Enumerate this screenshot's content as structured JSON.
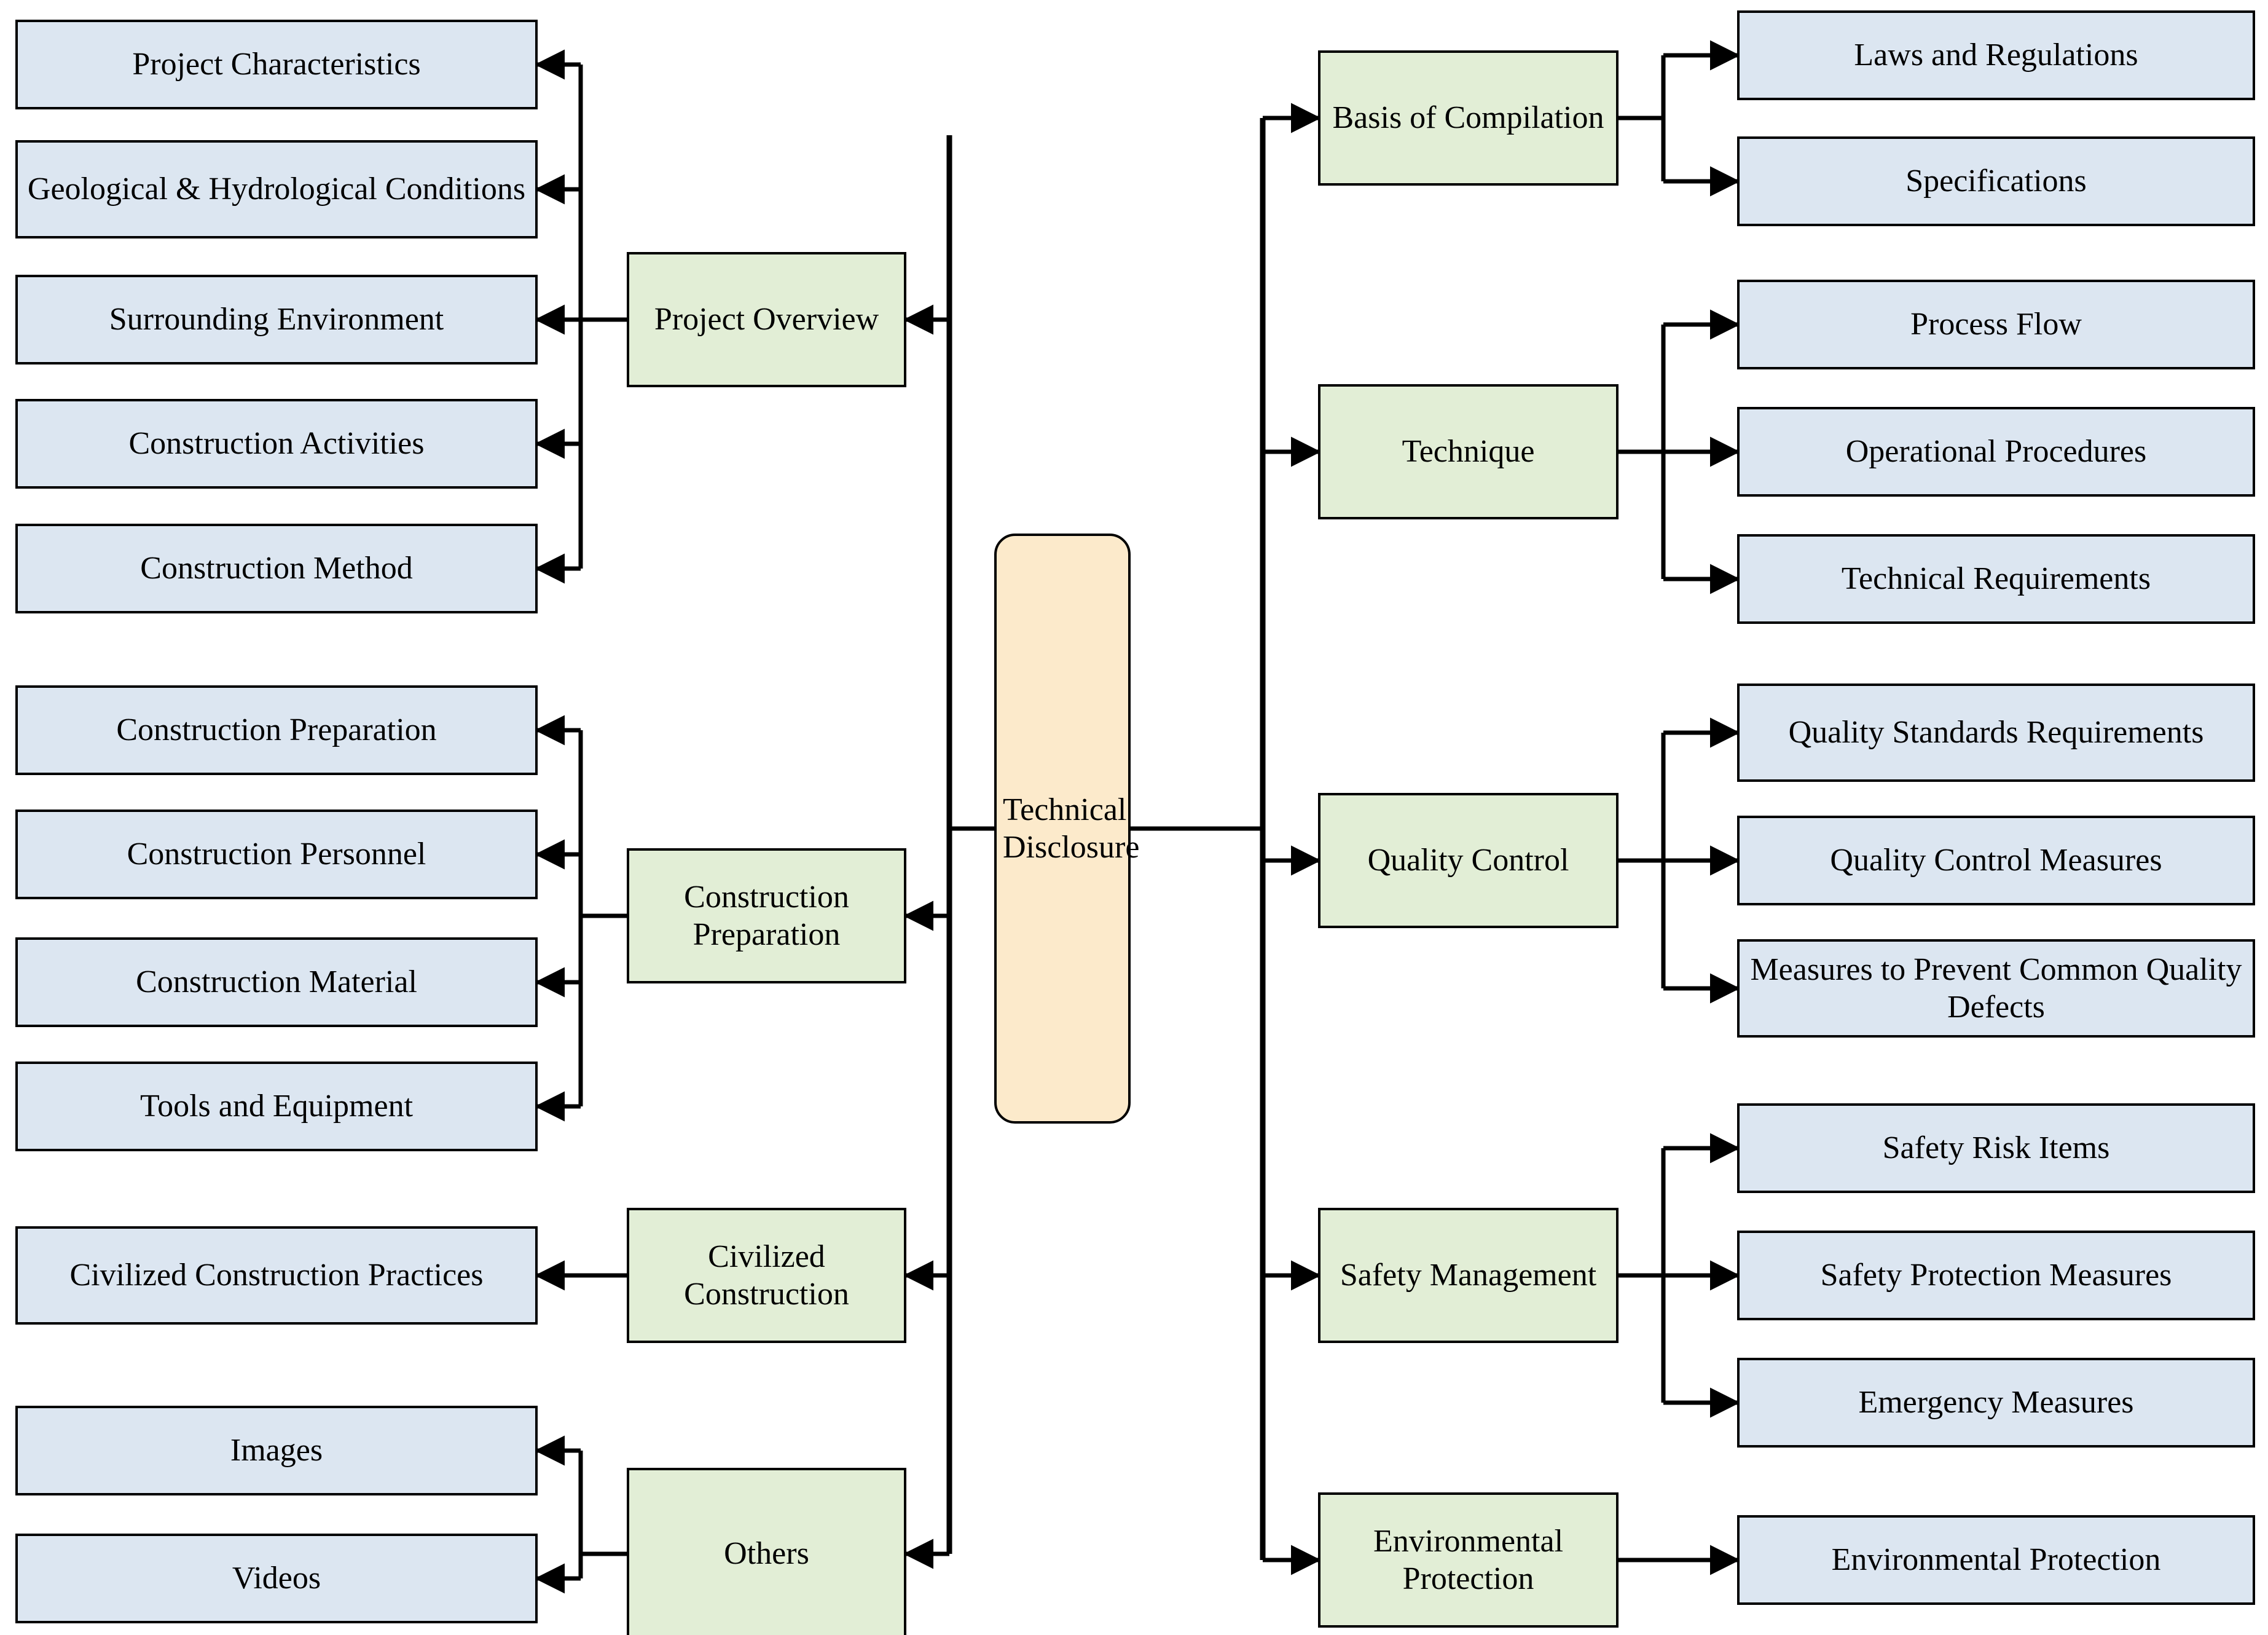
{
  "diagram": {
    "title": "Technical Disclosure structure diagram",
    "type": "hierarchy-tree",
    "colors": {
      "leaf_fill": "#dce6f1",
      "branch_fill": "#e2eed6",
      "root_fill": "#fceacb",
      "stroke": "#000000",
      "background": "#ffffff"
    },
    "root": {
      "label": "Technical Disclosure"
    },
    "left_branches": [
      {
        "label": "Project Overview",
        "children": [
          "Project Characteristics",
          "Geological & Hydrological Conditions",
          "Surrounding Environment",
          "Construction Activities",
          "Construction Method"
        ]
      },
      {
        "label": "Construction Preparation",
        "children": [
          "Construction Preparation",
          "Construction Personnel",
          "Construction Material",
          "Tools and Equipment"
        ]
      },
      {
        "label": "Civilized Construction",
        "children": [
          "Civilized Construction Practices"
        ]
      },
      {
        "label": "Others",
        "children": [
          "Images",
          "Videos"
        ]
      }
    ],
    "right_branches": [
      {
        "label": "Basis of Compilation",
        "children": [
          "Laws and Regulations",
          "Specifications"
        ]
      },
      {
        "label": "Technique",
        "children": [
          "Process Flow",
          "Operational Procedures",
          "Technical Requirements"
        ]
      },
      {
        "label": "Quality Control",
        "children": [
          "Quality Standards Requirements",
          "Quality Control Measures",
          "Measures to Prevent Common Quality Defects"
        ]
      },
      {
        "label": "Safety Management",
        "children": [
          "Safety Risk Items",
          "Safety Protection Measures",
          "Emergency Measures"
        ]
      },
      {
        "label": "Environmental Protection",
        "children": [
          "Environmental Protection"
        ]
      }
    ]
  }
}
